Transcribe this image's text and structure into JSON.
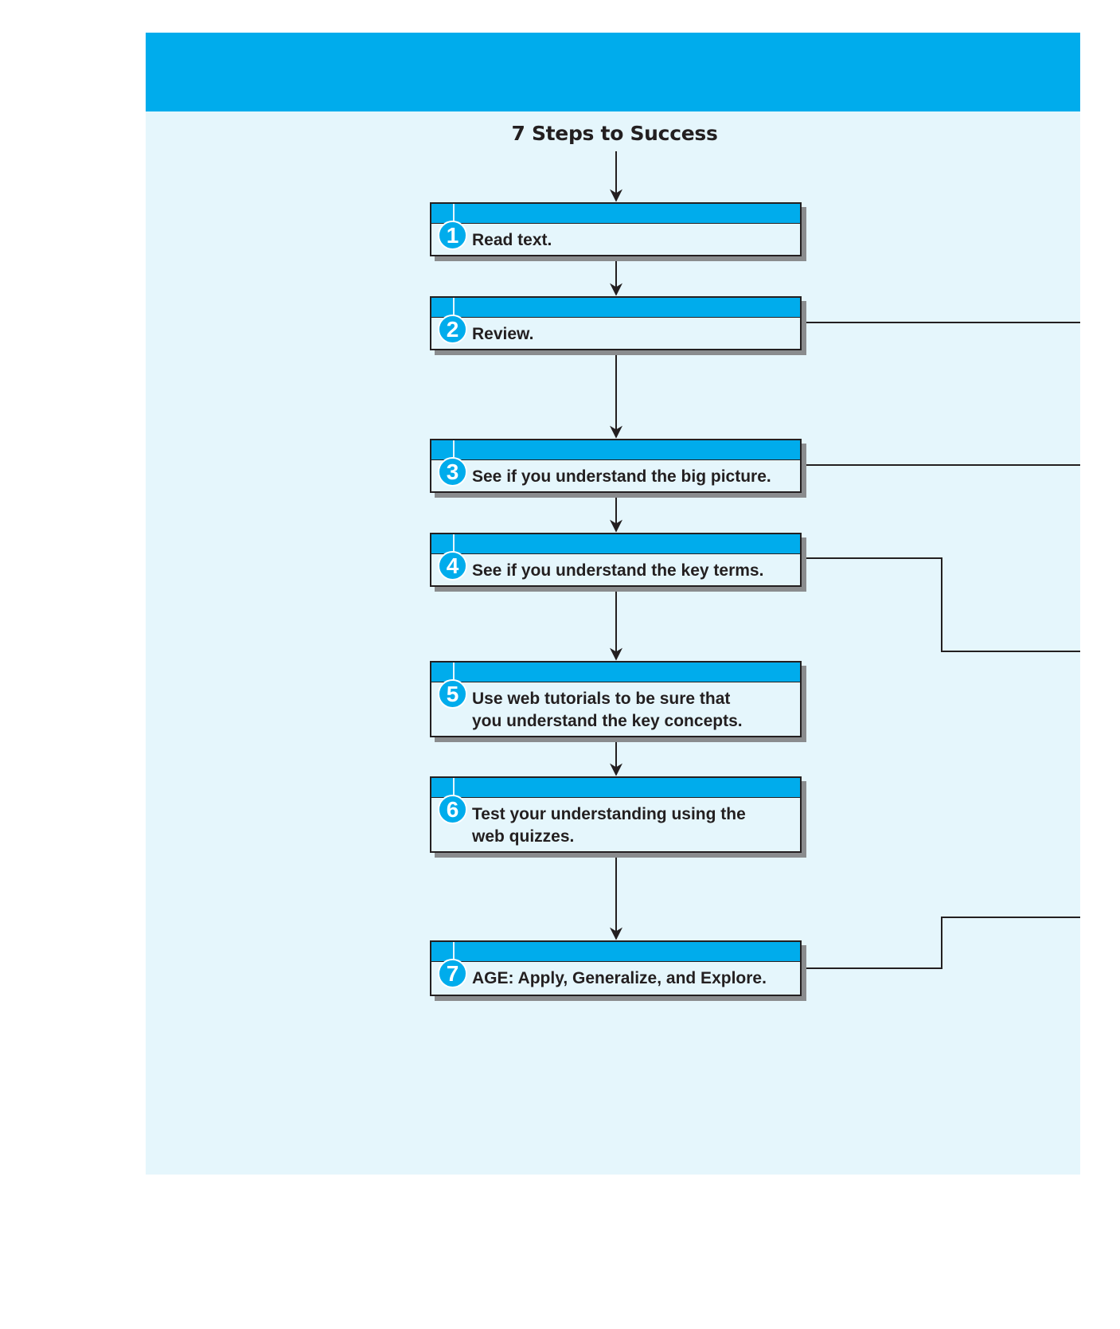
{
  "diagram": {
    "title": "7 Steps to Success",
    "steps": [
      {
        "number": "1",
        "text": "Read text."
      },
      {
        "number": "2",
        "text": "Review."
      },
      {
        "number": "3",
        "text": "See if you understand the big picture."
      },
      {
        "number": "4",
        "text": "See if you understand the key terms."
      },
      {
        "number": "5",
        "text": "Use web tutorials to be sure that you understand the key concepts."
      },
      {
        "number": "6",
        "text": "Test your understanding using the web quizzes."
      },
      {
        "number": "7",
        "text": "AGE: Apply, Generalize, and Explore."
      }
    ]
  },
  "colors": {
    "header_blue": "#00acec",
    "panel_light_blue": "#e5f6fc",
    "ink": "#231f20",
    "shadow_gray": "#8a8c8e"
  }
}
